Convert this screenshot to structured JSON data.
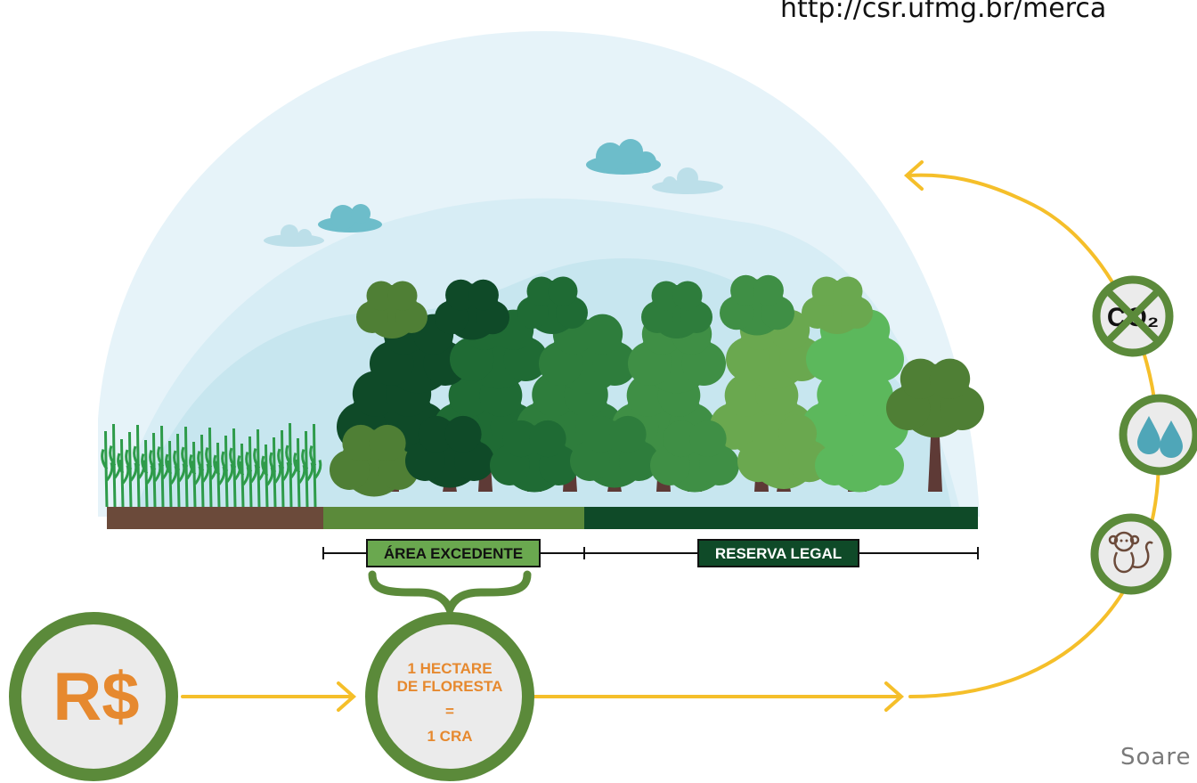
{
  "header": {
    "url": "http://csr.ufmg.br/merca"
  },
  "credit": {
    "text": "Soare"
  },
  "labels": {
    "area_excedente": "ÁREA EXCEDENTE",
    "reserva_legal": "RESERVA LEGAL"
  },
  "money": {
    "symbol": "R$"
  },
  "hectare": {
    "line1": "1 HECTARE",
    "line2": "DE FLORESTA",
    "line3": "=",
    "line4": "1 CRA"
  },
  "benefits": [
    {
      "icon": "no-co2-icon",
      "text": "CO₂"
    },
    {
      "icon": "water-drops-icon"
    },
    {
      "icon": "monkey-icon"
    }
  ],
  "colors": {
    "sky": "#e6f3f9",
    "hills": "#cfe9f2",
    "forest_dark": "#0f4a28",
    "forest_mid": "#2e7d3c",
    "forest_light": "#6aa84f",
    "soil": "#6b4a3a",
    "ring_green": "#5b8a3a",
    "arrow_yellow": "#f5bf2a",
    "orange_text": "#e6892f",
    "cloud": "#6dbdca"
  }
}
